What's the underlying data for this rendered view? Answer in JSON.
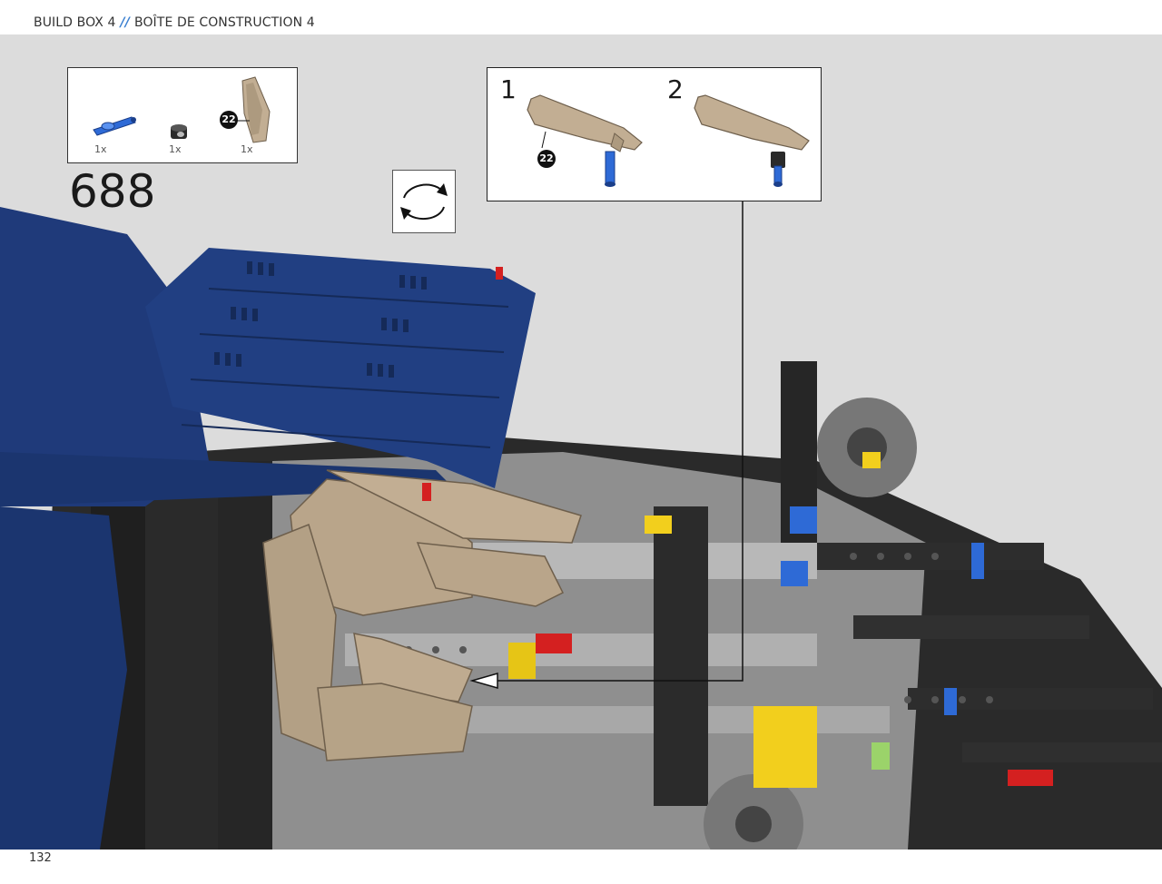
{
  "header": {
    "left": "BUILD BOX 4",
    "separator": "//",
    "right": "BOÎTE DE CONSTRUCTION 4"
  },
  "parts": {
    "items": [
      {
        "icon": "blue-axle-pin-icon",
        "qty": "1x"
      },
      {
        "icon": "black-bush-icon",
        "qty": "1x"
      },
      {
        "icon": "tan-seat-panel-icon",
        "qty": "1x",
        "callout": "22"
      }
    ]
  },
  "step": {
    "number": "688"
  },
  "rotate": {
    "icon": "rotate-model-icon"
  },
  "substeps": [
    {
      "number": "1",
      "callout": "22"
    },
    {
      "number": "2"
    }
  ],
  "footer": {
    "page_number": "132"
  },
  "colors": {
    "accent": "#3a7fd0",
    "model_blue": "#1f3a7a",
    "model_black": "#232323",
    "model_gray": "#9a9a9a",
    "model_tan": "#b9a58a",
    "canvas_bg": "#dcdcdc"
  }
}
